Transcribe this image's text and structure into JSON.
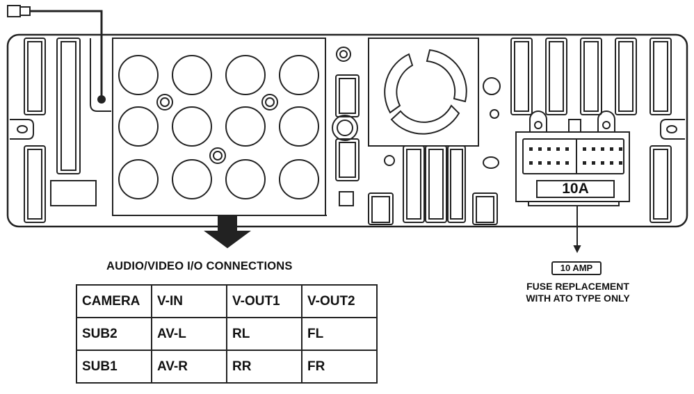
{
  "heading": "AUDIO/VIDEO I/O CONNECTIONS",
  "connections": [
    [
      "CAMERA",
      "V-IN",
      "V-OUT1",
      "V-OUT2"
    ],
    [
      "SUB2",
      "AV-L",
      "RL",
      "FL"
    ],
    [
      "SUB1",
      "AV-R",
      "RR",
      "FR"
    ]
  ],
  "fuse": {
    "slot_label": "10A",
    "tag": "10 AMP",
    "note_line1": "FUSE REPLACEMENT",
    "note_line2": "WITH ATO TYPE ONLY"
  }
}
